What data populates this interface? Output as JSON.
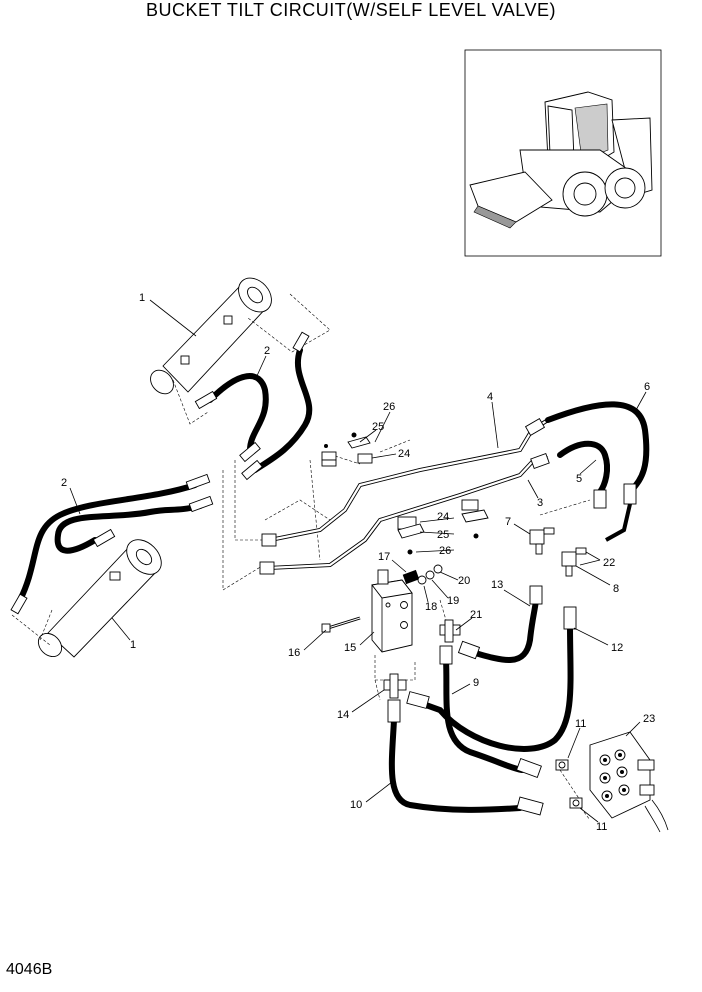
{
  "title": "BUCKET TILT CIRCUIT(W/SELF LEVEL VALVE)",
  "page_code": "4046B",
  "callouts": [
    "1",
    "2",
    "2",
    "1",
    "26",
    "25",
    "24",
    "4",
    "6",
    "5",
    "3",
    "24",
    "25",
    "26",
    "7",
    "22",
    "8",
    "17",
    "20",
    "19",
    "18",
    "16",
    "15",
    "21",
    "13",
    "12",
    "9",
    "14",
    "11",
    "23",
    "10",
    "11"
  ]
}
